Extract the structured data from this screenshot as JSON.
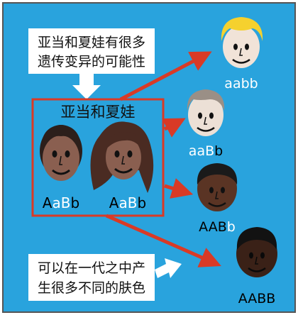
{
  "colors": {
    "background": "#29a3dd",
    "border": "#555555",
    "arrow": "#d93a26",
    "box_border": "#d93a26",
    "note_fill": "#ffffff",
    "white_letter": "#ffffff",
    "black_letter": "#000000"
  },
  "note_top": {
    "line1": "亚当和夏娃有很多",
    "line2": "遗传变异的可能性"
  },
  "box_title": "亚当和夏娃",
  "parents": {
    "adam_label": "AaBb",
    "eve_label": "AaBb"
  },
  "offspring": [
    {
      "label": "aabb",
      "skin": "#f1e3d8",
      "hair": "#f5d12e"
    },
    {
      "label": "aaBb",
      "skin": "#ece0d6",
      "hair": "#9a8f86"
    },
    {
      "label": "AABb",
      "skin": "#5a3424",
      "hair": "#1a1a1a"
    },
    {
      "label": "AABB",
      "skin": "#3a2117",
      "hair": "#121212"
    }
  ],
  "note_bottom": {
    "line1": "可以在一代之中产",
    "line2": "生很多不同的肤色"
  },
  "icons": [
    "face-icon",
    "arrow-icon"
  ]
}
